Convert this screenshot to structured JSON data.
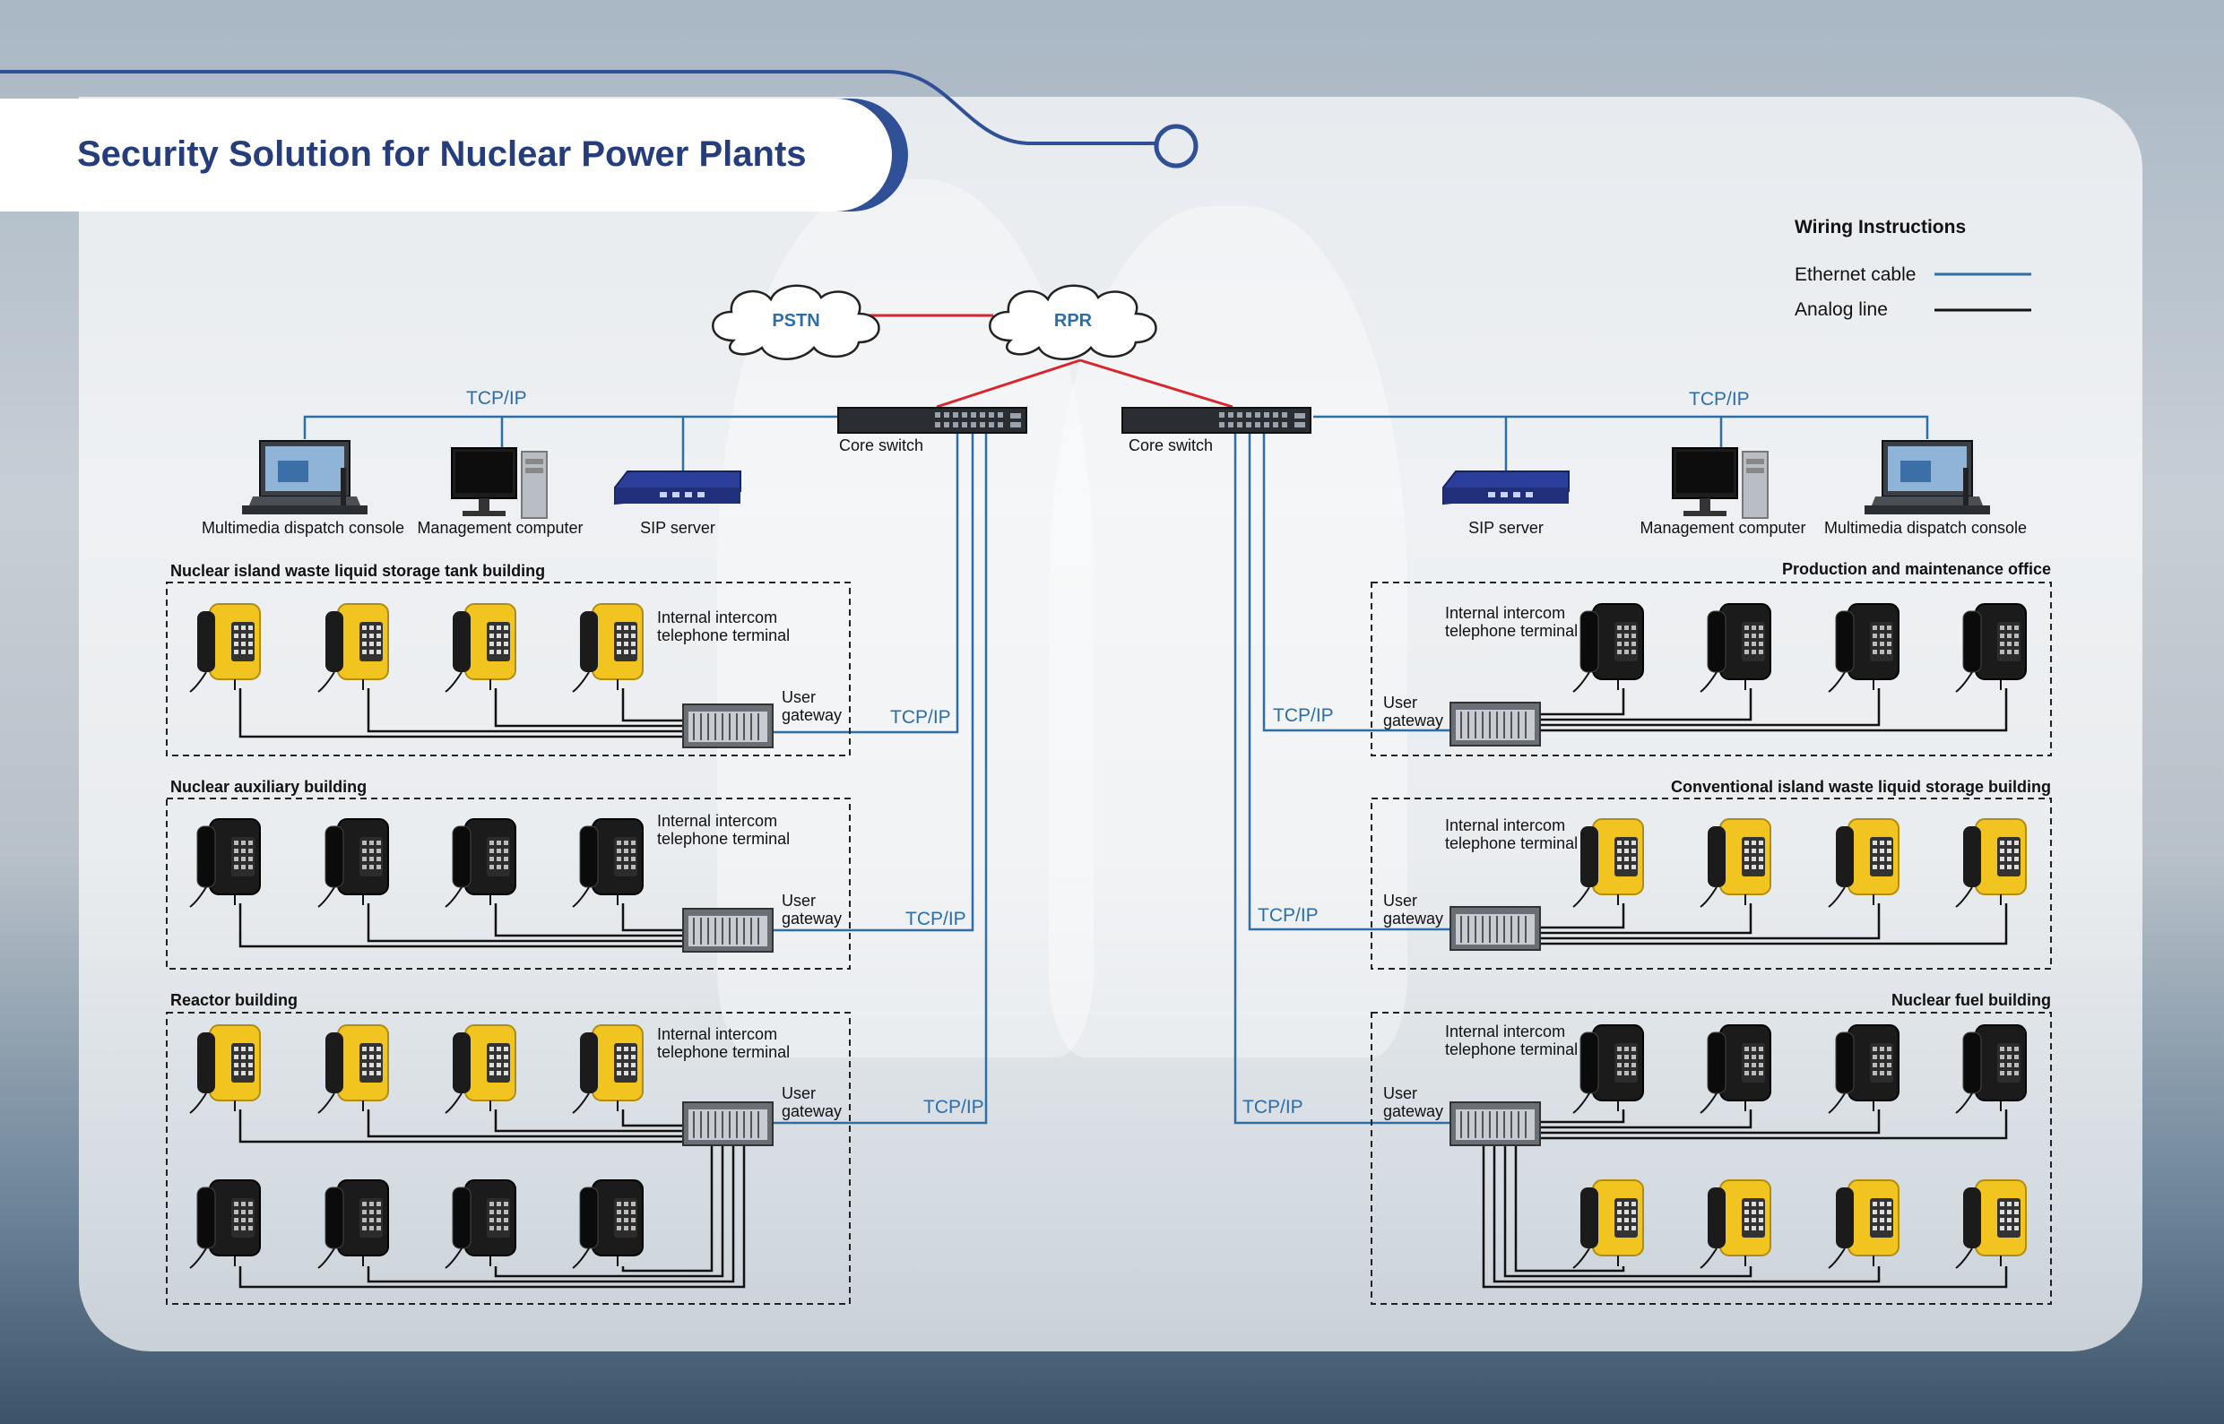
{
  "title": "Security Solution for Nuclear Power Plants",
  "legend": {
    "title": "Wiring Instructions",
    "ethernet": "Ethernet cable",
    "analog": "Analog line",
    "ethernet_color": "#2d6ea6",
    "analog_color": "#111111"
  },
  "clouds": {
    "pstn": "PSTN",
    "rpr": "RPR"
  },
  "network": {
    "core_switch": "Core switch",
    "tcpip": "TCP/IP",
    "dispatch_console": "Multimedia dispatch console",
    "management_computer": "Management computer",
    "sip_server": "SIP server"
  },
  "terminal": {
    "line1": "Internal intercom",
    "line2": "telephone terminal"
  },
  "gateway": {
    "line1": "User",
    "line2": "gateway"
  },
  "buildings": {
    "left_1": "Nuclear island waste liquid storage tank building",
    "left_2": "Nuclear auxiliary building",
    "left_3": "Reactor building",
    "right_1": "Production and maintenance office",
    "right_2": "Conventional island waste liquid storage building",
    "right_3": "Nuclear fuel building"
  },
  "colors": {
    "yellow_phone": "#f2c41f",
    "black_phone": "#1b1b1b",
    "title": "#253d7a",
    "link_red": "#d8262c"
  }
}
